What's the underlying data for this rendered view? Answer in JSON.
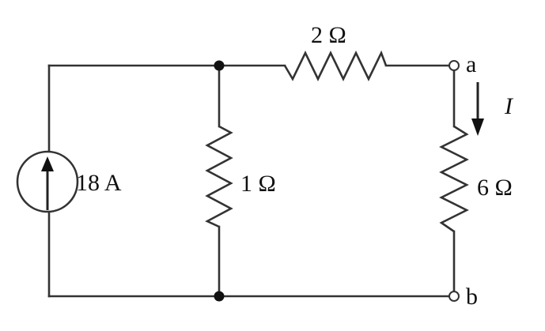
{
  "diagram": {
    "source_label": "18 A",
    "resistor_left_label": "1 Ω",
    "resistor_top_label": "2 Ω",
    "resistor_right_label": "6 Ω",
    "terminal_a_label": "a",
    "terminal_b_label": "b",
    "current_label": "I"
  },
  "colors": {
    "wire": "#333333",
    "text": "#111111",
    "background": "#ffffff"
  }
}
